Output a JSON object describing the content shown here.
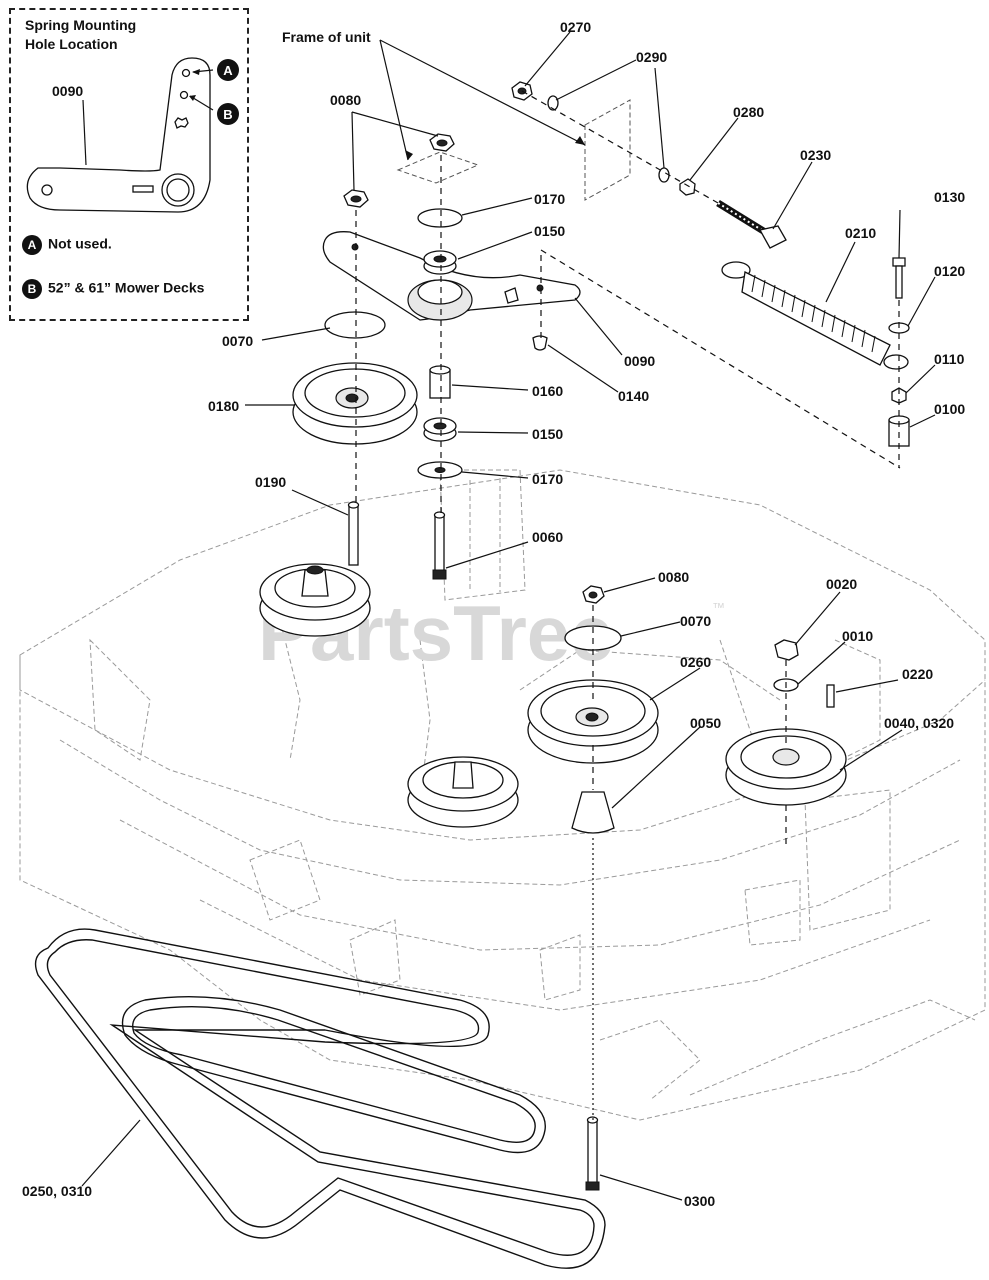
{
  "inset": {
    "title_line1": "Spring Mounting",
    "title_line2": "Hole Location",
    "part_label": "0090",
    "marker_a": "A",
    "marker_b": "B",
    "note_a_text": "Not used.",
    "note_b_text": "52” & 61” Mower Decks"
  },
  "callouts": {
    "frame_of_unit": "Frame of unit",
    "p0270": "0270",
    "p0290": "0290",
    "p0280": "0280",
    "p0230": "0230",
    "p0080_top": "0080",
    "p0170_top": "0170",
    "p0150_top": "0150",
    "p0070_top": "0070",
    "p0090": "0090",
    "p0140": "0140",
    "p0180": "0180",
    "p0160": "0160",
    "p0150_bot": "0150",
    "p0170_bot": "0170",
    "p0190": "0190",
    "p0060": "0060",
    "p0210": "0210",
    "p0130": "0130",
    "p0120": "0120",
    "p0110": "0110",
    "p0100": "0100",
    "p0080_mid": "0080",
    "p0070_mid": "0070",
    "p0260": "0260",
    "p0050": "0050",
    "p0020": "0020",
    "p0010": "0010",
    "p0220": "0220",
    "p0040_0320": "0040, 0320",
    "p0250_0310": "0250, 0310",
    "p0300": "0300"
  },
  "watermark": {
    "text": "PartsTree",
    "trademark": "™"
  }
}
